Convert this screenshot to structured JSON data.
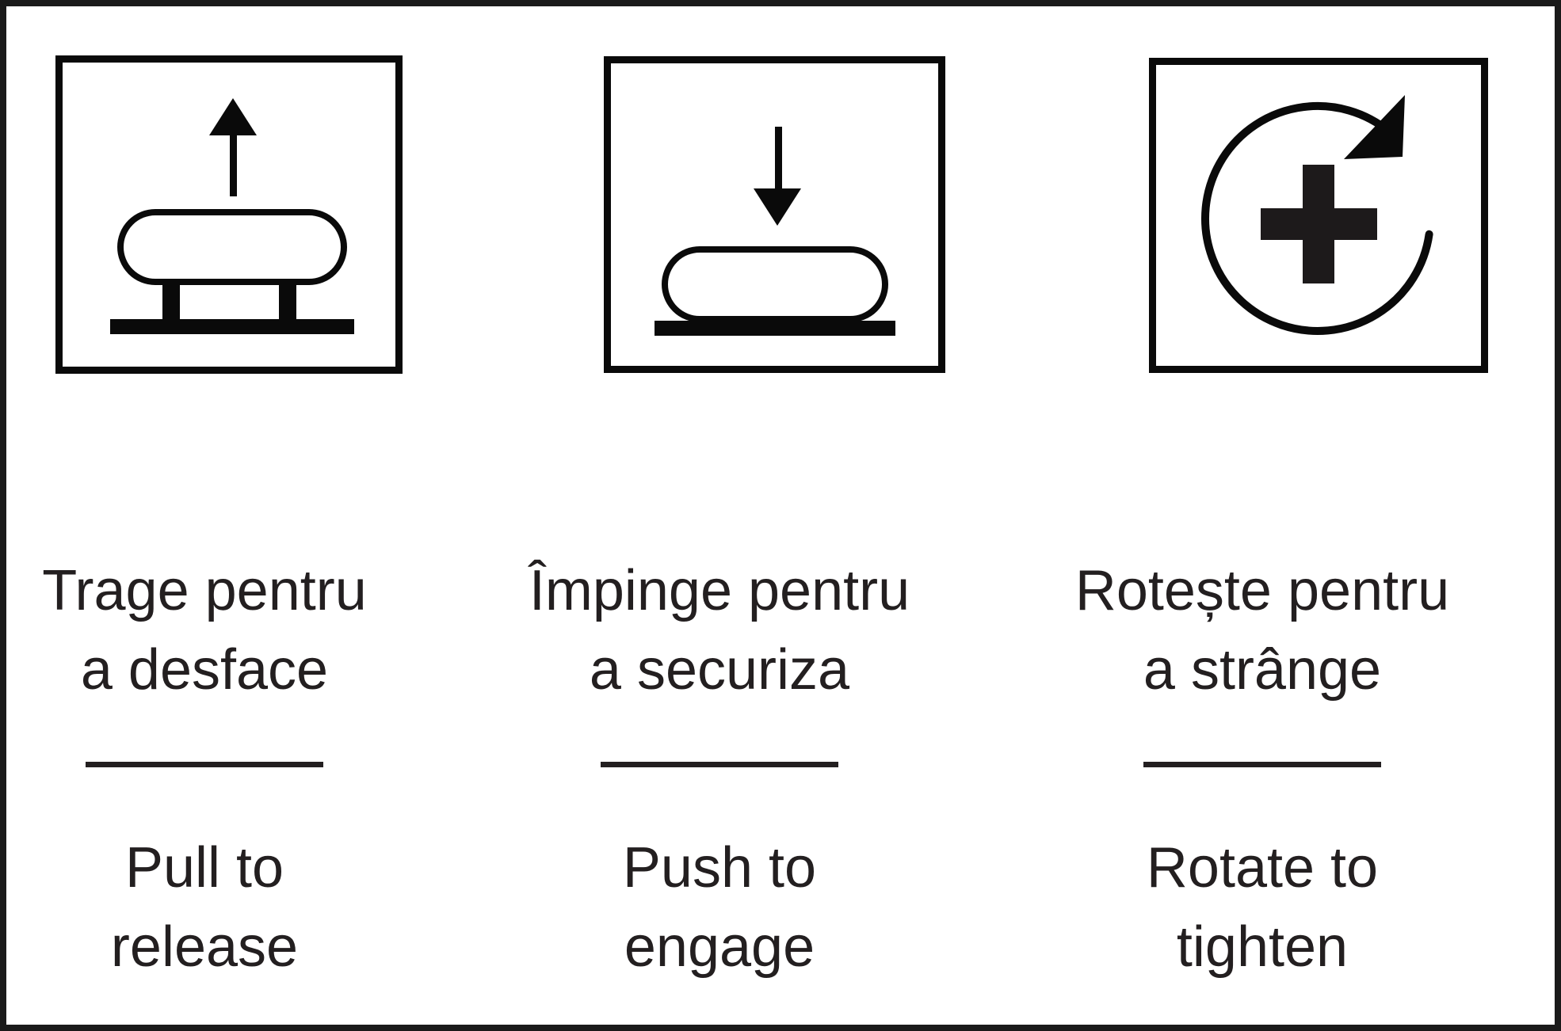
{
  "panels": [
    {
      "icon": "pull-up-icon",
      "ro1": "Trage pentru",
      "ro2": "a desface",
      "en1": "Pull to",
      "en2": "release"
    },
    {
      "icon": "push-down-icon",
      "ro1": "Împinge pentru",
      "ro2": "a securiza",
      "en1": "Push to",
      "en2": "engage"
    },
    {
      "icon": "rotate-tighten-icon",
      "ro1": "Rotește pentru",
      "ro2": "a strânge",
      "en1": "Rotate to",
      "en2": "tighten"
    }
  ],
  "colors": {
    "ink": "#231f20",
    "icon_black": "#0a0a0a",
    "background": "#ffffff",
    "frame": "#1a1a1a"
  }
}
